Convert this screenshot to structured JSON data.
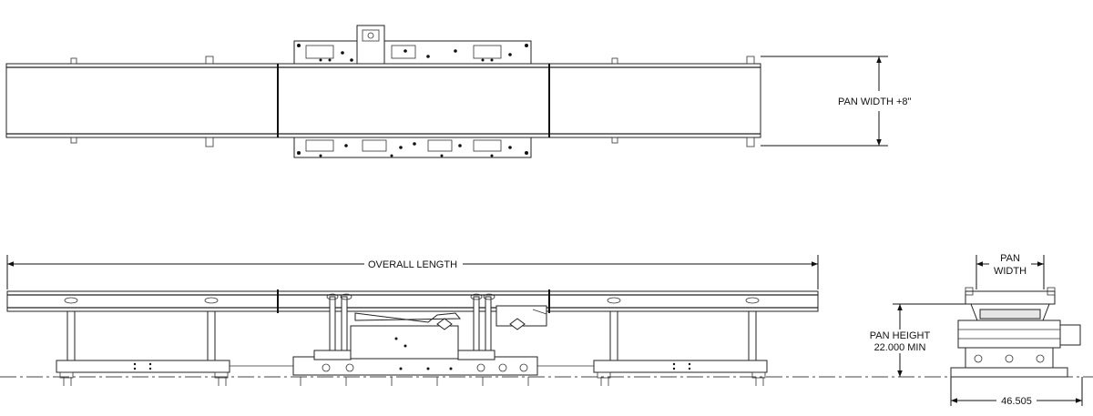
{
  "labels": {
    "pan_width_plus": "PAN WIDTH +8\"",
    "overall_length": "OVERALL LENGTH",
    "pan_width_line1": "PAN",
    "pan_width_line2": "WIDTH",
    "pan_height_line1": "PAN HEIGHT",
    "pan_height_line2": "22.000 MIN",
    "end_width": "46.505"
  }
}
